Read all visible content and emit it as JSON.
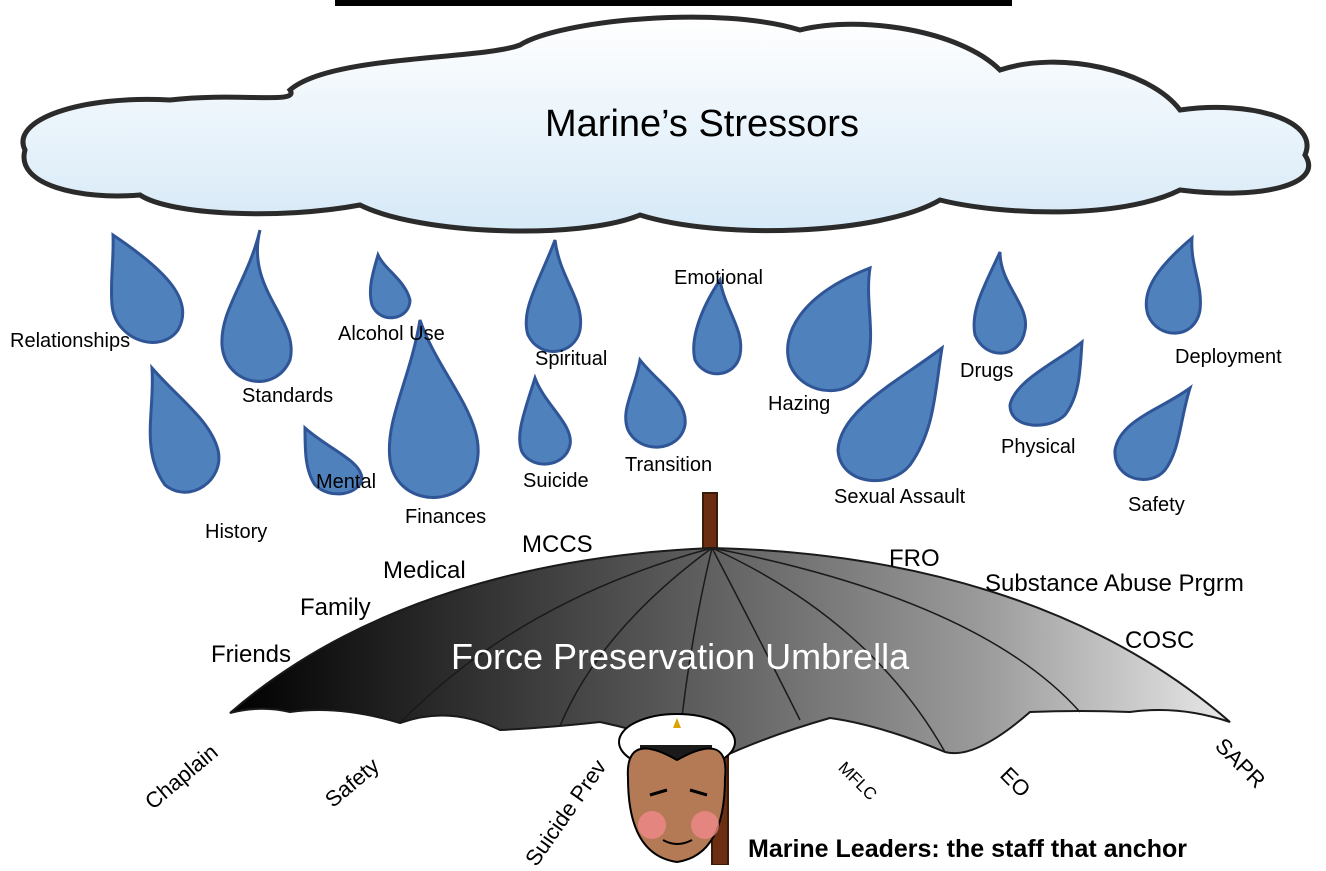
{
  "cloud": {
    "title": "Marine’s Stressors",
    "fill": "#eaf4fb",
    "stroke": "#2b2b2b"
  },
  "stressors": [
    "Relationships",
    "Standards",
    "Alcohol Use",
    "Spiritual",
    "Emotional",
    "Hazing",
    "Drugs",
    "Deployment",
    "History",
    "Mental",
    "Finances",
    "Suicide",
    "Transition",
    "Sexual Assault",
    "Physical",
    "Safety"
  ],
  "umbrella": {
    "title": "Force Preservation Umbrella",
    "handle_color": "#6b2e12"
  },
  "support_upper": [
    "Friends",
    "Family",
    "Medical",
    "MCCS",
    "FRO",
    "Substance Abuse Prgrm",
    "COSC"
  ],
  "support_edge": [
    "Chaplain",
    "Safety",
    "Suicide Prev",
    "MFLC",
    "EO",
    "SAPR"
  ],
  "footer": "Marine Leaders:  the staff that anchor",
  "colors": {
    "drop_fill": "#4f81bd",
    "drop_stroke": "#2f5597"
  },
  "icons": [
    "marine-leader-icon"
  ]
}
